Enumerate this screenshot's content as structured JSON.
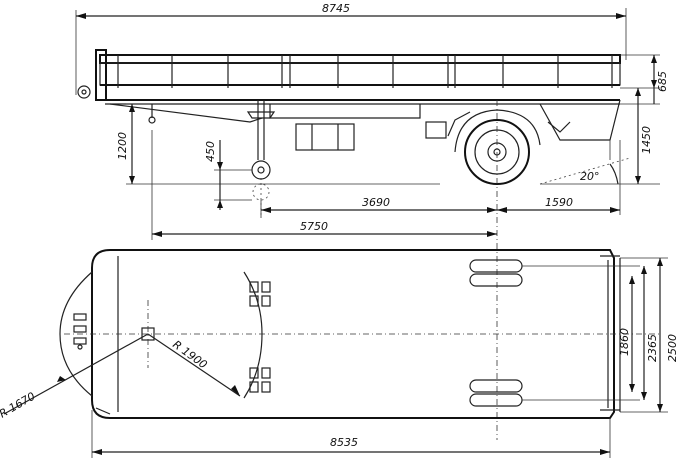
{
  "dimensions": {
    "overall_length": "8745",
    "side_height": "685",
    "platform_height": "1450",
    "coupling_height": "1200",
    "coupling_drop": "450",
    "coupling_to_axle": "3690",
    "axle_to_rear": "1590",
    "front_to_axle": "5750",
    "approach_angle": "20°",
    "swing_radius": "R 1900",
    "front_radius": "R 1670",
    "track_width": "1860",
    "inner_width": "2365",
    "overall_width": "2500",
    "body_length": "8535"
  }
}
